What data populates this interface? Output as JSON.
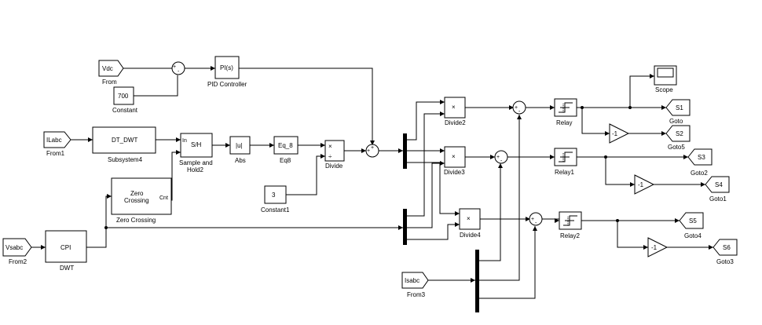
{
  "blocks": {
    "vdc": {
      "text": "Vdc",
      "label": "From"
    },
    "const700": {
      "text": "700",
      "label": "Constant"
    },
    "pid": {
      "text": "PI(s)",
      "label": "PID Controller"
    },
    "ilabc": {
      "text": "ILabc",
      "label": "From1"
    },
    "dtdwt": {
      "text": "DT_DWT",
      "label": "Subsystem4"
    },
    "sh": {
      "text": "S/H",
      "in_port": "In",
      "label_line1": "Sample and",
      "label_line2": "Hold2"
    },
    "abs": {
      "text": "|u|",
      "label": "Abs"
    },
    "eq8": {
      "text": "Eq_8",
      "label": "Eq8"
    },
    "divide": {
      "text_top": "×",
      "text_bot": "÷",
      "label": "Divide"
    },
    "const1": {
      "text": "3",
      "label": "Constant1"
    },
    "zc": {
      "text_line1": "Zero",
      "text_line2": "Crossing",
      "out_port": "Cnt",
      "label": "Zero Crossing"
    },
    "vsabc": {
      "text": "Vsabc",
      "label": "From2"
    },
    "cpi": {
      "text": "CPI",
      "label": "DWT"
    },
    "divide2": {
      "text": "×",
      "label": "Divide2"
    },
    "divide3": {
      "text": "×",
      "label": "Divide3"
    },
    "divide4": {
      "text": "×",
      "label": "Divide4"
    },
    "relay": {
      "label": "Relay"
    },
    "relay1": {
      "label": "Relay1"
    },
    "relay2": {
      "label": "Relay2"
    },
    "scope": {
      "label": "Scope"
    },
    "s1": {
      "text": "S1",
      "label": "Goto"
    },
    "s2": {
      "text": "S2",
      "label": "Goto5"
    },
    "s3": {
      "text": "S3",
      "label": "Goto2"
    },
    "s4": {
      "text": "S4",
      "label": "Goto1"
    },
    "s5": {
      "text": "S5",
      "label": "Goto4"
    },
    "s6": {
      "text": "S6",
      "label": "Goto3"
    },
    "gain1": {
      "text": "-1"
    },
    "gain2": {
      "text": "-1"
    },
    "gain3": {
      "text": "-1"
    },
    "isabc": {
      "text": "Isabc",
      "label": "From3"
    }
  },
  "signs": {
    "plus": "+",
    "minus": "-"
  }
}
